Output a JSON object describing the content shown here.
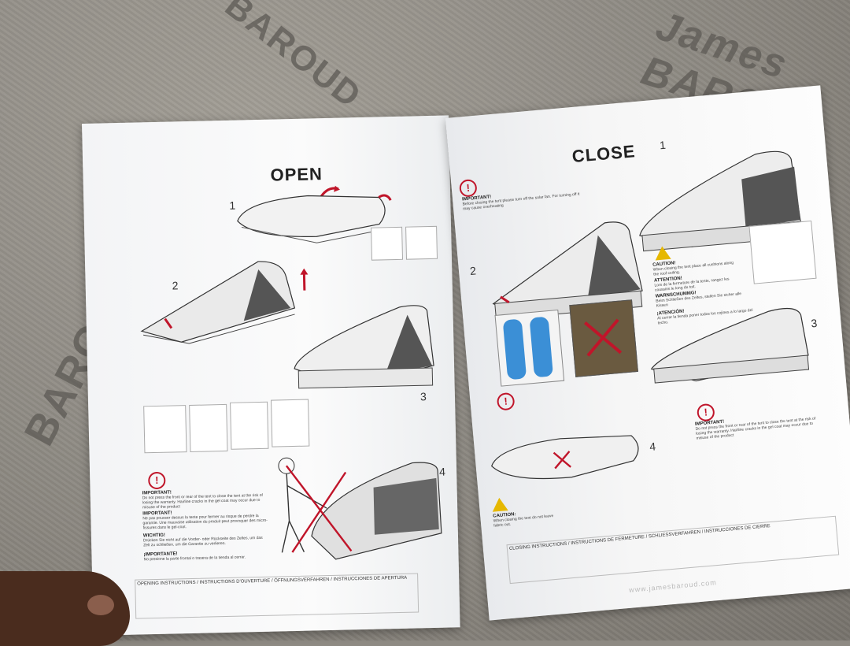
{
  "left_page": {
    "title": "OPEN",
    "steps": [
      "1",
      "2",
      "3",
      "4"
    ],
    "important": {
      "heading": "IMPORTANT!",
      "text": "Do not press the front or rear of the tent to close the tent at the risk of losing the warranty. Hairline cracks in the gel coat may occur due to misuse of the product"
    },
    "important_fr": {
      "heading": "IMPORTANT!",
      "text": "Ne pas pousser dessus la tente pour fermer au risque de perdre la garantie. Une mauvaise utilisation du produit peut provoquer des micro-fissures dans le gel-coat."
    },
    "wichtig": {
      "heading": "WICHTIG!",
      "text": "Drücken Sie nicht auf die Vorder- oder Rückseite des Zeltes, um das Zelt zu schließen, um die Garantie zu verlieren."
    },
    "importante": {
      "heading": "¡IMPORTANTE!",
      "text": "No presione la parte frontal o trasera de la tienda al cerrar."
    },
    "footer_heading": "OPENING INSTRUCTIONS / INSTRUCTIONS D'OUVERTURE / ÖFFNUNGSVERFAHREN / INSTRUCCIONES DE APERTURA"
  },
  "right_page": {
    "title": "CLOSE",
    "steps": [
      "1",
      "2",
      "3",
      "4"
    ],
    "important": {
      "heading": "IMPORTANT!",
      "text": "Before closing the tent please turn off the solar fan. For turning off it may cause overheating"
    },
    "caution": {
      "heading": "CAUTION!",
      "text": "When closing the tent place all cushions along the roof ceiling."
    },
    "attention": {
      "heading": "ATTENTION!",
      "text": "Lors de la fermeture de la tente, rangez les coussins le long du toit."
    },
    "warnung": {
      "heading": "WARNSCHUMMG!",
      "text": "Beim Schließen des Zeltes, stellen Sie sicher alle Kissen"
    },
    "atencion": {
      "heading": "¡ATENCIÓN!",
      "text": "Al cerrar la tienda poner todos los cojines a lo largo del techo."
    },
    "important2": {
      "heading": "IMPORTANT!",
      "text": "Do not press the front or rear of the tent to close the tent at the risk of losing the warranty. Hairline cracks in the gel coat may occur due to misuse of the product"
    },
    "caution2": {
      "heading": "CAUTION:",
      "text": "When closing the tent do not leave fabric out."
    },
    "footer_heading": "CLOSING INSTRUCTIONS / INSTRUCTIONS DE FERMETURE / SCHLIESSVERFAHREN / INSTRUCCIONES DE CIERRE",
    "url": "www.jamesbaroud.com"
  },
  "background": {
    "brand_text_1": "BAROUD",
    "brand_text_2": "James BAROUD",
    "brand_text_3": "BAROUD"
  }
}
